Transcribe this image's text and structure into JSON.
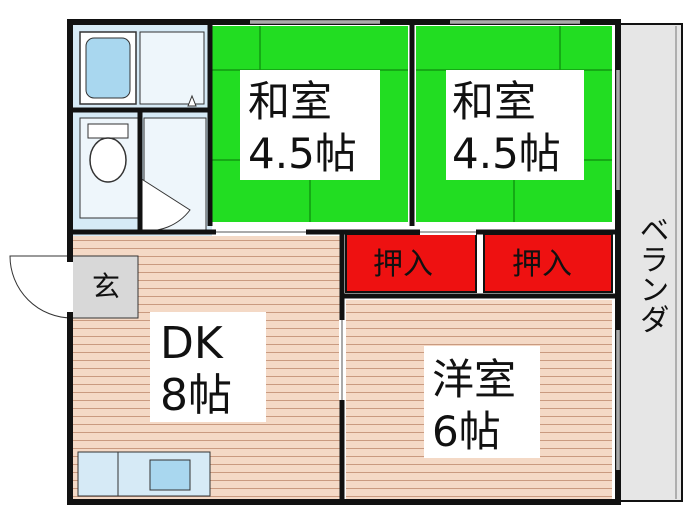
{
  "colors": {
    "wall": "#111111",
    "tatami": "#22dd22",
    "tatami_line": "#119911",
    "closet": "#ee1111",
    "wood": "#f4d9c6",
    "wood_line": "#c99a80",
    "wet": "#d6eaf6",
    "fixture": "#a9d7ef",
    "balcony": "#e6e6e6",
    "label_box": "#ffffff"
  },
  "rooms": {
    "washitsu_left": {
      "name": "和室",
      "size": "4.5帖"
    },
    "washitsu_right": {
      "name": "和室",
      "size": "4.5帖"
    },
    "closet_left": {
      "name": "押入"
    },
    "closet_right": {
      "name": "押入"
    },
    "dk": {
      "name": "DK",
      "size": "8帖"
    },
    "youshitsu": {
      "name": "洋室",
      "size": "6帖"
    },
    "entrance": {
      "name": "玄"
    },
    "balcony": {
      "name": "ベランダ"
    }
  }
}
